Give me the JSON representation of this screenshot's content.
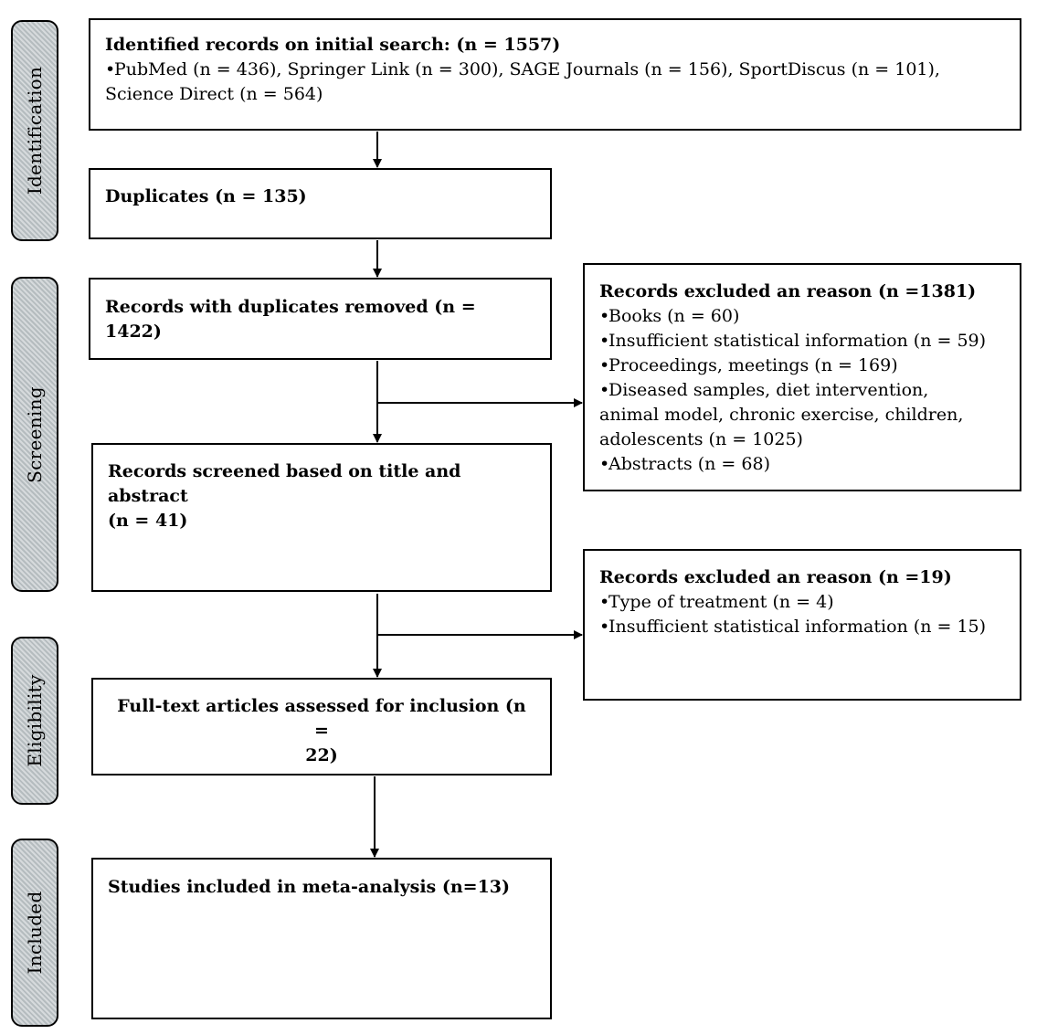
{
  "stages": {
    "identification": "Identification",
    "screening": "Screening",
    "eligibility": "Eligibility",
    "included": "Included"
  },
  "boxes": {
    "identified": {
      "title": "Identified records on initial search: (n = 1557)",
      "line1": "PubMed (n = 436), Springer Link (n = 300), SAGE Journals (n = 156), SportDiscus (n = 101),",
      "line2": "Science Direct (n = 564)"
    },
    "duplicates": {
      "title": "Duplicates (n = 135)"
    },
    "removed": {
      "title": "Records with duplicates removed (n = 1422)"
    },
    "screened": {
      "title_line1": "Records screened based on title and abstract",
      "title_line2": "(n = 41)"
    },
    "fulltext": {
      "title_line1": "Full-text articles assessed for inclusion (n =",
      "title_line2": "22)"
    },
    "included": {
      "title": "Studies included in meta-analysis (n=13)"
    },
    "excluded1": {
      "title": "Records excluded an reason (n =1381)",
      "items": [
        "Books (n = 60)",
        "Insufficient statistical information (n = 59)",
        "Proceedings, meetings (n = 169)",
        "Diseased samples, diet intervention,"
      ],
      "continuation1": "animal model, chronic exercise, children,",
      "continuation2": "adolescents (n = 1025)",
      "last_item": "Abstracts (n = 68)"
    },
    "excluded2": {
      "title": "Records excluded an reason (n =19)",
      "items": [
        "Type of treatment (n = 4)",
        "Insufficient statistical information (n = 15)"
      ]
    }
  },
  "bullet_glyph": "•"
}
